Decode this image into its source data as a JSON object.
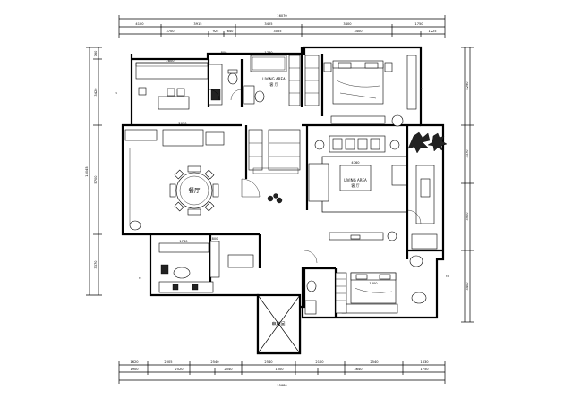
{
  "drawing": {
    "rooms": {
      "dining": "餐厅",
      "elevator": "电梯间",
      "living_upper": "LIVING AREA",
      "living_upper_sub": "客  厅",
      "living_main": "LIVING AREA",
      "living_main_sub": "客  厅",
      "living_main_size": "4760"
    },
    "dims": {
      "top_total": "16070",
      "top_row1": [
        "4100",
        "3915",
        "3425",
        "3400",
        "1750"
      ],
      "top_row2": [
        "3700",
        "925",
        "640",
        "3055",
        "3400",
        "1225"
      ],
      "bottom_total": "15680",
      "bottom_row1": [
        "1620",
        "2005",
        "2540",
        "2540",
        "2100",
        "2540",
        "1630"
      ],
      "bottom_row2": [
        "1900",
        "2520",
        "2540",
        "1000",
        "3640",
        "1750"
      ],
      "left_total": "15045",
      "left_segments": [
        "760",
        "3420",
        "5700",
        "3370"
      ],
      "right_segments": [
        "4290",
        "3370",
        "3900",
        "3400"
      ],
      "kitchen_top": "2800",
      "kitchen_mid": "2050",
      "bath_top": "1780",
      "bath_mid": "800",
      "bedroom_bed": "1800"
    }
  }
}
